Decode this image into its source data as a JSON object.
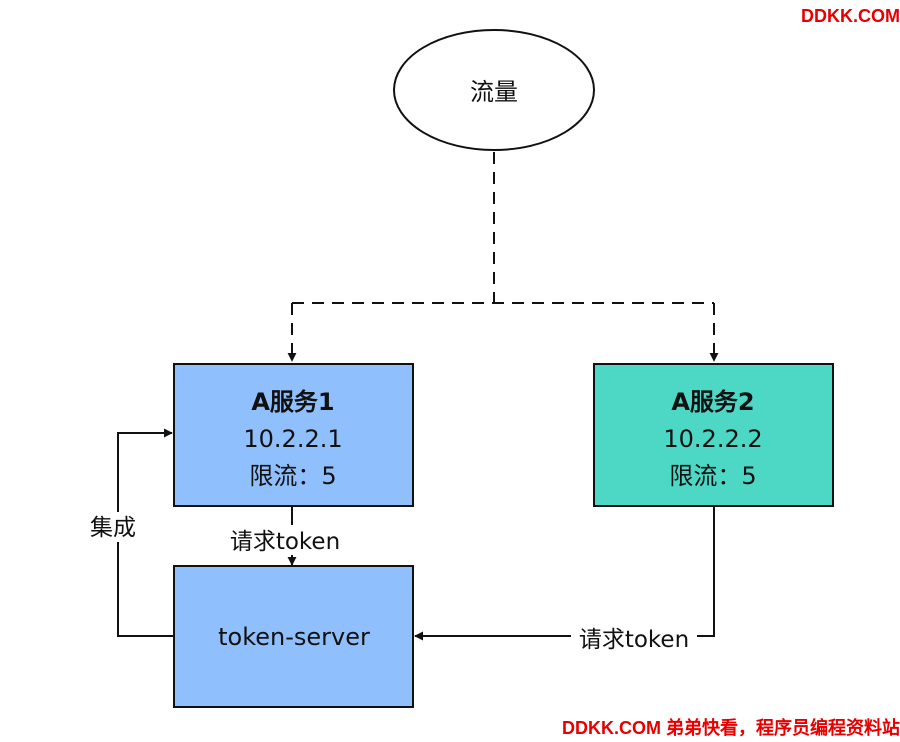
{
  "watermark": {
    "top": "DDKK.COM",
    "bottom": "DDKK.COM 弟弟快看，程序员编程资料站",
    "color": "#e60000"
  },
  "traffic": {
    "label": "流量"
  },
  "service1": {
    "title": "A服务1",
    "ip": "10.2.2.1",
    "limit": "限流：5",
    "fill": "#8fbffd"
  },
  "service2": {
    "title": "A服务2",
    "ip": "10.2.2.2",
    "limit": "限流：5",
    "fill": "#4dd8c5"
  },
  "token_server": {
    "label": "token-server",
    "fill": "#8fbffd"
  },
  "edges": {
    "request1": "请求token",
    "request2": "请求token",
    "integrate": "集成"
  }
}
